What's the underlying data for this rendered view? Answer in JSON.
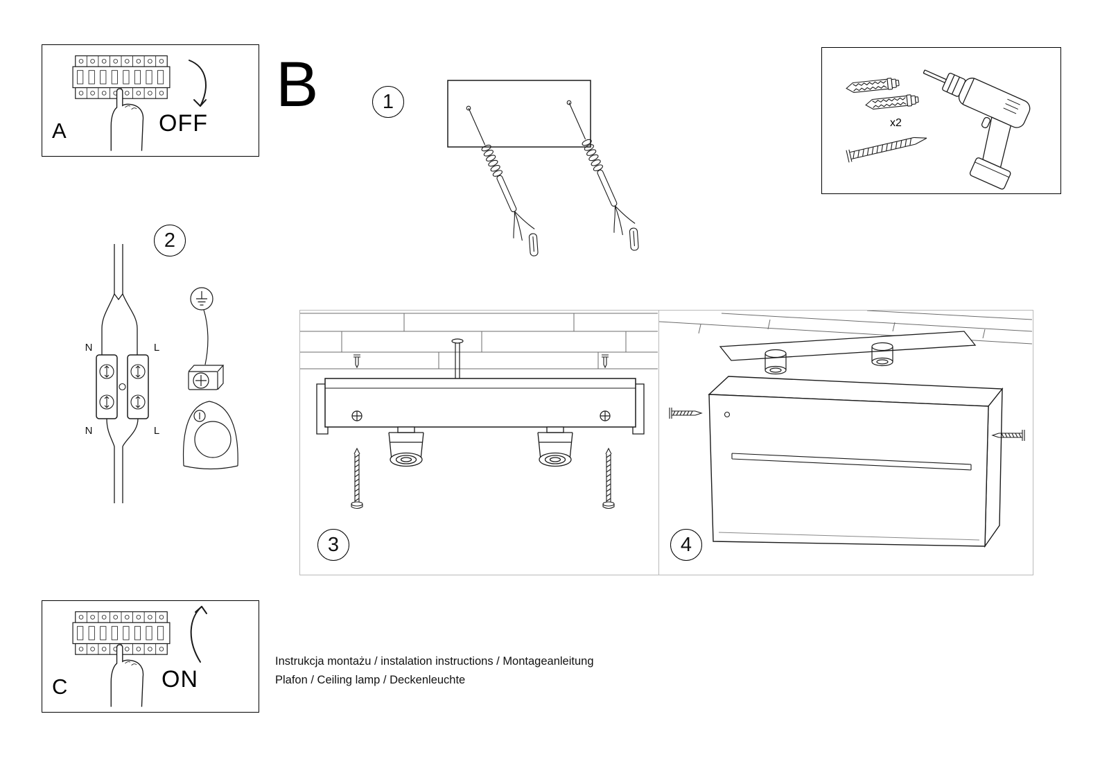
{
  "sheet": {
    "panel_a": {
      "label": "A",
      "state": "OFF"
    },
    "panel_c": {
      "label": "C",
      "state": "ON"
    },
    "section_b": {
      "label": "B"
    },
    "steps": {
      "step1": "1",
      "step2": "2",
      "step3": "3",
      "step4": "4"
    },
    "hardware": {
      "quantity": "x2"
    },
    "wiring": {
      "top_left": "N",
      "top_right": "L",
      "bottom_left": "N",
      "bottom_right": "L"
    },
    "captions": {
      "line1": "Instrukcja montażu / instalation instructions / Montageanleitung",
      "line2": "Plafon / Ceiling lamp / Deckenleuchte"
    }
  }
}
